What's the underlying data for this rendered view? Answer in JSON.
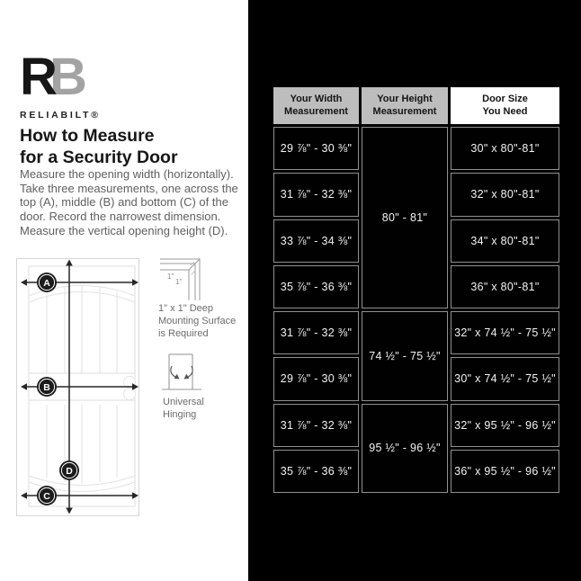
{
  "brand": {
    "logo_r": "R",
    "logo_b": "B",
    "name": "RELIABILT®"
  },
  "intro": {
    "title_lines": [
      "How to Measure",
      "for a Security Door"
    ],
    "body_lines": [
      "Measure the opening width (horizontally).",
      "Take three measurements, one across the",
      "top (A), middle (B) and bottom (C) of the",
      "door. Record the narrowest dimension.",
      "Measure the vertical opening height (D)."
    ]
  },
  "diagram": {
    "labels": [
      "A",
      "B",
      "C",
      "D"
    ],
    "corner_labels": [
      "1\"",
      "1\""
    ]
  },
  "notes": {
    "mounting_lines": [
      "1\" x 1\" Deep",
      "Mounting Surface",
      "is Required"
    ],
    "hinging_lines": [
      "Universal",
      "Hinging"
    ]
  },
  "table": {
    "headers": [
      "Your Width Measurement",
      "Your Height Measurement",
      "Door Size You Need"
    ],
    "heights": [
      "80\" - 81\"",
      "74 ½\" - 75 ½\"",
      "95 ½\" - 96 ½\""
    ],
    "rows": [
      {
        "width": "29 ⅞\" - 30 ⅜\"",
        "door": "30\" x 80\"-81\""
      },
      {
        "width": "31 ⅞\" - 32 ⅜\"",
        "door": "32\" x 80\"-81\""
      },
      {
        "width": "33 ⅞\" - 34 ⅜\"",
        "door": "34\" x 80\"-81\""
      },
      {
        "width": "35 ⅞\" - 36 ⅜\"",
        "door": "36\" x 80\"-81\""
      },
      {
        "width": "31 ⅞\" - 32 ⅜\"",
        "door": "32\" x 74 ½\" - 75 ½\""
      },
      {
        "width": "29 ⅞\" - 30 ⅜\"",
        "door": "30\" x 74 ½\" - 75 ½\""
      },
      {
        "width": "31 ⅞\" - 32 ⅜\"",
        "door": "32\" x 95 ½\" - 96 ½\""
      },
      {
        "width": "35 ⅞\" - 36 ⅜\"",
        "door": "36\" x 95 ½\" - 96 ½\""
      }
    ]
  },
  "colors": {
    "panel_black": "#000000",
    "header_gray": "#bdbdbd",
    "cell_border_gray": "#909090",
    "logo_gray": "#a3a3a3",
    "text_dark": "#161616",
    "text_gray": "#5f5f5f"
  }
}
